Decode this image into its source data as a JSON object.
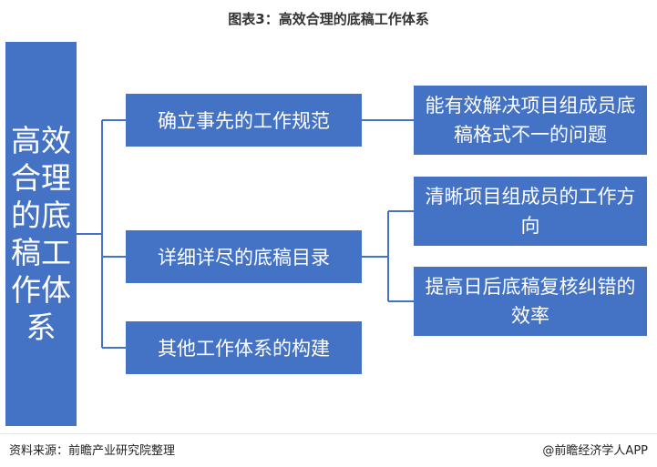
{
  "title": "图表3：高效合理的底稿工作体系",
  "root": {
    "label": "高效合理的底稿工作体系"
  },
  "branches": [
    {
      "label": "确立事先的工作规范",
      "children": [
        "能有效解决项目组成员底稿格式不一的问题"
      ]
    },
    {
      "label": "详细详尽的底稿目录",
      "children": [
        "清晰项目组成员的工作方向",
        "提高日后底稿复核纠错的效率"
      ]
    },
    {
      "label": "其他工作体系的构建",
      "children": []
    }
  ],
  "footer": {
    "source": "资料来源：前瞻产业研究院整理",
    "brand": "@前瞻经济学人APP"
  },
  "colors": {
    "box_fill": "#4472C4",
    "connector": "#4472C4",
    "box_text": "#ffffff"
  }
}
